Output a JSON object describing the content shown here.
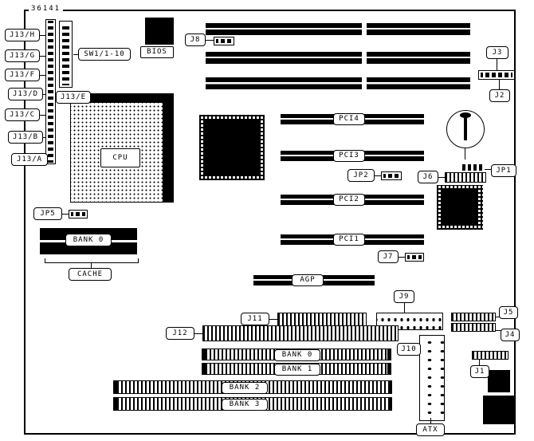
{
  "figure": {
    "drawing_number": "36141"
  },
  "chips": {
    "bios": "BIOS",
    "cpu": "CPU"
  },
  "slots": {
    "pci4": "PCI4",
    "pci3": "PCI3",
    "pci2": "PCI2",
    "pci1": "PCI1",
    "agp": "AGP"
  },
  "memory": {
    "cache_bank": "BANK 0",
    "cache": "CACHE",
    "bank0": "BANK 0",
    "bank1": "BANK 1",
    "bank2": "BANK 2",
    "bank3": "BANK 3"
  },
  "connectors": {
    "j13h": "J13/H",
    "j13g": "J13/G",
    "j13f": "J13/F",
    "j13d": "J13/D",
    "j13e": "J13/E",
    "j13c": "J13/C",
    "j13b": "J13/B",
    "j13a": "J13/A",
    "sw1": "SW1/1-10",
    "j8": "J8",
    "j3": "J3",
    "j2": "J2",
    "jp2": "JP2",
    "j6": "J6",
    "jp1": "JP1",
    "j7": "J7",
    "jp5": "JP5",
    "j9": "J9",
    "j11": "J11",
    "j12": "J12",
    "j5": "J5",
    "j4": "J4",
    "j10": "J10",
    "j1": "J1",
    "atx": "ATX"
  }
}
